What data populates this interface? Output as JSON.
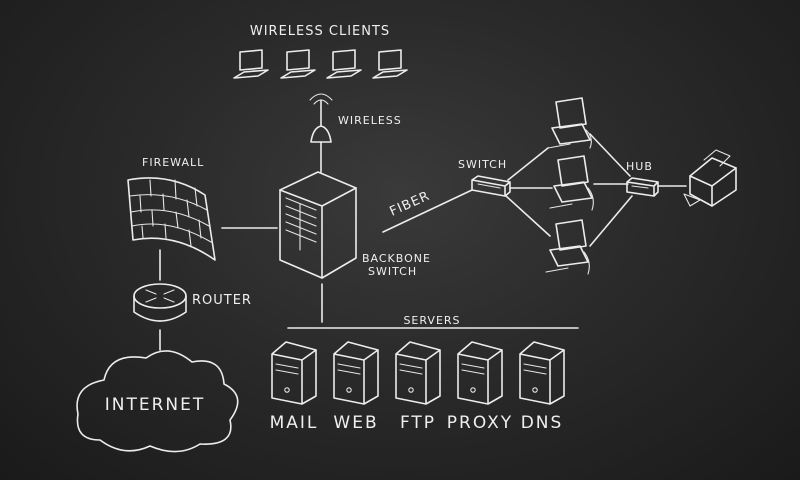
{
  "labels": {
    "wireless_clients": "WIRELESS CLIENTS",
    "wireless": "WIRELESS",
    "firewall": "FIREWALL",
    "switch": "SWITCH",
    "hub": "HUB",
    "fiber": "FIBER",
    "backbone_1": "BACKBONE",
    "backbone_2": "SWITCH",
    "router": "ROUTER",
    "servers": "SERVERS",
    "internet": "INTERNET"
  },
  "servers": [
    "MAIL",
    "WEB",
    "FTP",
    "PROXY",
    "DNS"
  ],
  "colors": {
    "board": "#2a2a2a",
    "chalk": "#ececec"
  }
}
